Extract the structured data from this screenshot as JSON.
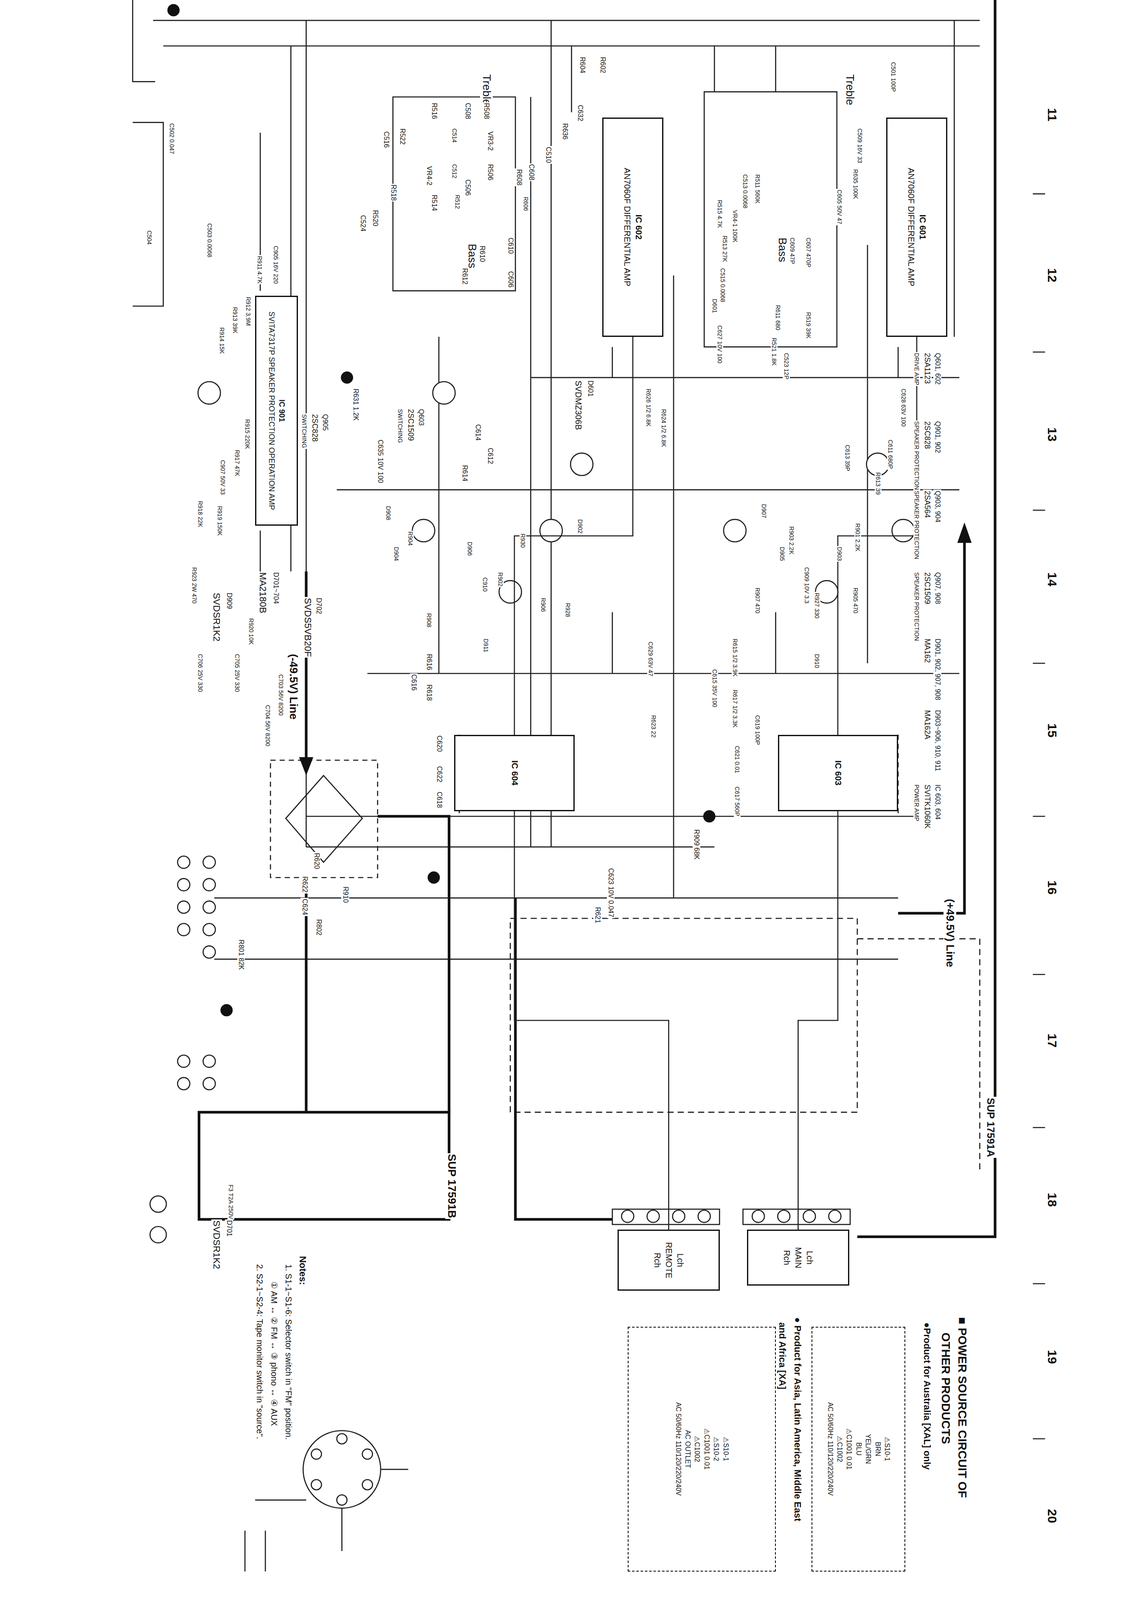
{
  "diagram": {
    "nodes": [
      {
        "text": [
          "IC 601",
          "AN7060F DIFFERENTIAL AMP"
        ]
      },
      {
        "text": [
          "IC 602",
          "AN7060F DIFFERENTIAL AMP"
        ]
      },
      {
        "text": [
          "IC 901",
          "SVITA7317P SPEAKER PROTECTION OPERATION AMP"
        ]
      },
      {
        "text": [
          "IC 603"
        ]
      },
      {
        "text": [
          "IC 604"
        ]
      },
      {
        "text": [
          "Lch",
          "MAIN",
          "Rch"
        ]
      },
      {
        "text": [
          "Lch",
          "REMOTE",
          "Rch"
        ]
      },
      {
        "text": [
          "⚠S10-1",
          "BRN",
          "YEL/GRN",
          "BLU",
          "⚠C1001 0.01",
          "⚠C1002",
          "AC 50/60Hz 110/120/220/240V"
        ]
      },
      {
        "text": [
          "⚠S10-1",
          "⚠S10-2",
          "⚠C1001 0.01",
          "⚠C1002",
          "AC OUTLET",
          "AC 50/60Hz 110/120/220/240V"
        ]
      }
    ],
    "edges": [
      {
        "from": 1,
        "to": 4,
        "arrow": "none"
      },
      {
        "from": 0,
        "to": 3,
        "arrow": "none"
      },
      {
        "from": 3,
        "to": 5,
        "arrow": "none"
      },
      {
        "from": 4,
        "to": 6,
        "arrow": "none"
      }
    ],
    "labels": [
      "11",
      "12",
      "13",
      "14",
      "15",
      "16",
      "17",
      "18",
      "19",
      "20",
      "SUP 17591A",
      "■ POWER SOURCE CIRCUIT OF",
      "OTHER PRODUCTS",
      "●Product for Australia [XAL] only",
      "● Product for Asia, Latin America, Middle East",
      "and Africa [XA]",
      "(+49.5V) Line",
      "(-49.5V) Line",
      "D702",
      "SVDS5VB20F",
      "D701~704",
      "MA2180B",
      "D909",
      "SVDSR1K2",
      "D701",
      "SVDSR1K2",
      "SUP 17591B",
      "Notes:",
      "1. S1-1~S1-6: Selector switch in \"FM\" position.",
      "① AM ↔ ② FM ↔ ③ phono ↔ ④ AUX",
      "2. S2-1~S2-4: Tape monitor switch in \"source\".",
      "Treble",
      "Treble",
      "Bass",
      "Bass",
      "Q601, 602",
      "2SA1123",
      "DRIVE AMP",
      "Q901, 902",
      "2SC828",
      "SPEAKER PROTECTION",
      "Q903, 904",
      "2SA564",
      "SPEAKER PROTECTION",
      "Q907, 908",
      "2SC1509",
      "SPEAKER PROTECTION",
      "D901, 902, 907, 908",
      "MA162",
      "D903~906, 910, 911",
      "MA162A",
      "IC 603, 604",
      "SVITK1060K",
      "POWER AMP",
      "D601",
      "SVDMZ306B",
      "Q905",
      "2SC828",
      "SWITCHING",
      "Q603",
      "2SC1509",
      "SWITCHING",
      "R508",
      "VR3-2",
      "R506",
      "C508",
      "C506",
      "R516",
      "VR4-2",
      "R514",
      "C514",
      "C512",
      "R512",
      "R522",
      "C516",
      "R518",
      "R520",
      "C524",
      "R602",
      "R604",
      "C632",
      "R636",
      "C510",
      "C608",
      "R608",
      "R606",
      "C610",
      "R610",
      "C606",
      "R612",
      "R631 1.2K",
      "C635 10V 100",
      "C614",
      "C612",
      "R614",
      "C620",
      "C622",
      "C618",
      "R616",
      "R618",
      "C616",
      "R620",
      "R622",
      "C624",
      "R910",
      "R802",
      "R801 82K",
      "R909 68K",
      "C623 10V 0.047",
      "R621",
      "C501 100P",
      "C509 16V 33",
      "R635 100K",
      "C605 50V 47",
      "C607 470P",
      "C609 47P",
      "R611 680",
      "R519 39K",
      "R521 1.8K",
      "C523 12P",
      "R513 27K",
      "R515 4.7K",
      "VR4-1 100K",
      "R511 560K",
      "C513 0.0068",
      "C515 0.0068",
      "D601",
      "C627 10V 100",
      "R626 1/2 6.8K",
      "R624 1/2 6.8K",
      "C628 63V 100",
      "C611 680P",
      "C613 39P",
      "R613 39",
      "R901 2.2K",
      "R903 2.2K",
      "D907",
      "D905",
      "D903",
      "C909 10V 3.3",
      "R907 470",
      "R927 330",
      "R905 470",
      "D910",
      "D908",
      "R904",
      "D904",
      "D906",
      "R930",
      "D902",
      "R902",
      "C910",
      "D911",
      "R908",
      "R906",
      "R928",
      "R615 1/2 3.9K",
      "R617 1/2 3.3K",
      "C615 35V 100",
      "C629 63V 47",
      "C619 100P",
      "C621 0.01",
      "C617 560P",
      "R623 22",
      "R911 4.7K",
      "C905 16V 220",
      "R912 3.9M",
      "R913 39K",
      "R914 15K",
      "R915 220K",
      "R917 47K",
      "C907 50V 33",
      "R918 22K",
      "R919 150K",
      "R923 2W 470",
      "C706 25V 330",
      "C705 25V 330",
      "C703 56V 8200",
      "C704 56V 8200",
      "R920 10K",
      "F3 T2A 250V",
      "C504",
      "C503 0.0068",
      "C502 0.047"
    ]
  }
}
